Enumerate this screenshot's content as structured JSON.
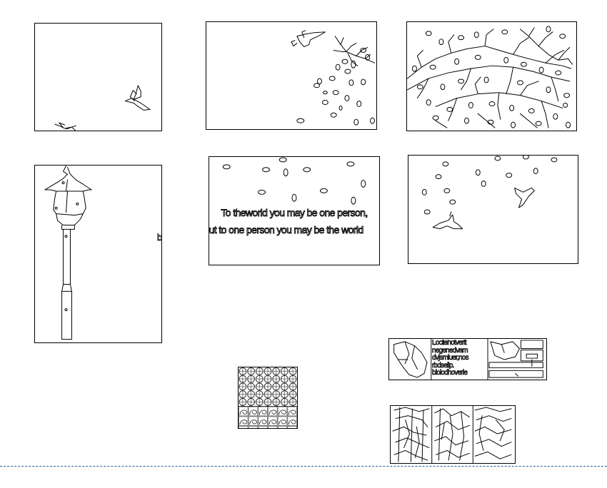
{
  "canvas": {
    "background": "#ffffff",
    "guide_color": "#1f5f99"
  },
  "quote": {
    "line1": "To theworld you may be one person,",
    "line2": "but to one person you may be the world"
  },
  "stray_text": "b",
  "thumbnail_text": {
    "row1": "Lociiahotverlt",
    "row2": "negenedvam",
    "row3": "dvjsmluer,nos",
    "row4": "rbdseilp.",
    "row5": "bloiodhoverle"
  },
  "icons": {
    "bird": "bird-icon",
    "leaf": "leaf-icon",
    "branch": "branch-icon",
    "lamp": "street-lamp-icon"
  }
}
